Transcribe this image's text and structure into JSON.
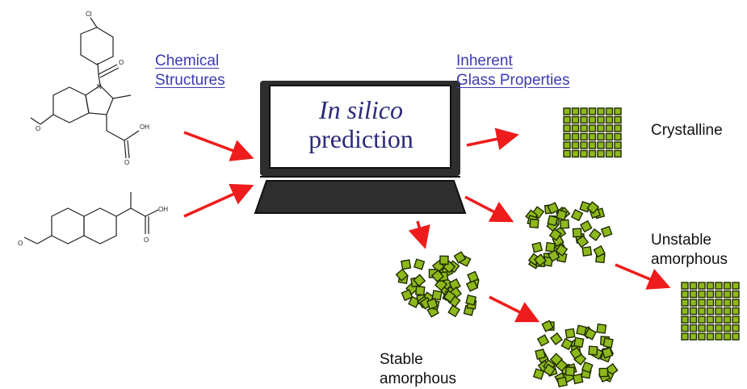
{
  "labels": {
    "chemical_structures": [
      "Chemical",
      "Structures"
    ],
    "inherent_glass_properties": [
      "Inherent",
      "Glass Properties"
    ],
    "screen_line1": "In silico",
    "screen_line2": "prediction",
    "crystalline": "Crystalline",
    "unstable_amorphous": [
      "Unstable",
      "amorphous"
    ],
    "stable_amorphous": [
      "Stable",
      "amorphous"
    ]
  },
  "molecules": {
    "top_labels": {
      "cl": "Cl",
      "n": "N",
      "o_carbonyl": "O",
      "oh": "OH",
      "o_acid": "O",
      "o_methoxy": "O"
    },
    "bottom_labels": {
      "oh": "OH",
      "o_acid": "O",
      "o_methoxy": "O"
    }
  },
  "colors": {
    "arrow": "#ee1c1c",
    "particle_fill": "#8db91c",
    "particle_stroke": "#1f2a00",
    "laptop_frame": "#2e2e2e",
    "laptop_screen": "#ffffff",
    "link_text": "#3b3bb0"
  },
  "particle_states": {
    "crystalline": {
      "arrangement": "ordered grid",
      "rows": 6,
      "cols": 7
    },
    "crystalline_from_unstable": {
      "arrangement": "ordered grid",
      "rows": 7,
      "cols": 7
    },
    "unstable_amorphous": {
      "arrangement": "random",
      "count": 42
    },
    "stable_amorphous": {
      "arrangement": "random",
      "count": 46
    },
    "stable_amorphous_aged": {
      "arrangement": "random",
      "count": 46
    }
  }
}
